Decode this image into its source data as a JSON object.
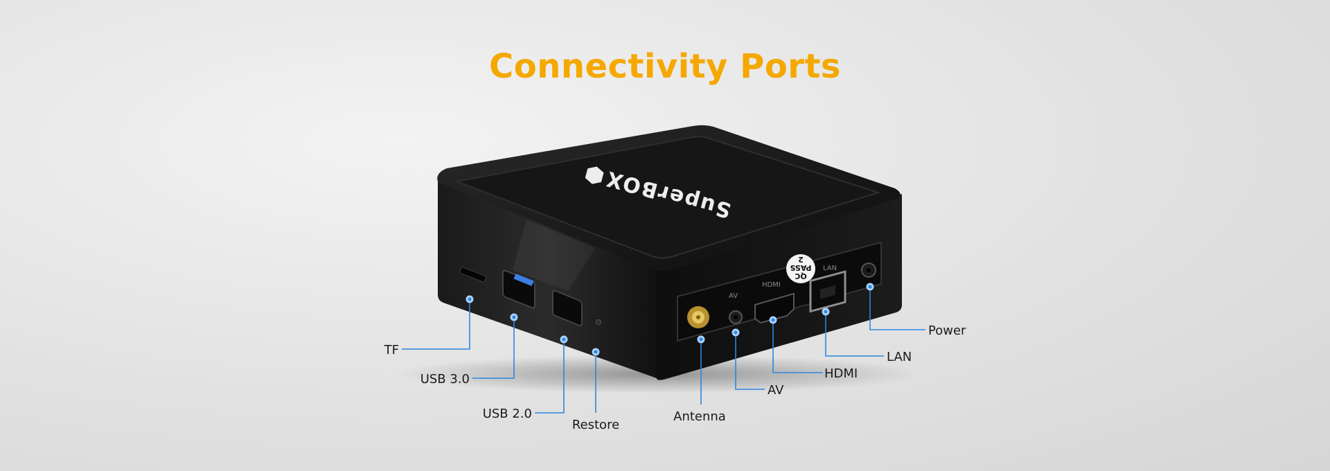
{
  "title": "Connectivity Ports",
  "brand": "SuperBOX",
  "badge": {
    "line1": "QC",
    "line2": "PASS",
    "line3": "2"
  },
  "port_marks": {
    "av": "AV",
    "hdmi": "HDMI",
    "lan": "LAN"
  },
  "callouts": {
    "tf": "TF",
    "usb3": "USB 3.0",
    "usb2": "USB 2.0",
    "restore": "Restore",
    "antenna": "Antenna",
    "av": "AV",
    "hdmi": "HDMI",
    "lan": "LAN",
    "power": "Power"
  },
  "colors": {
    "title": "#f5a800",
    "callout_line": "#2b86e0"
  }
}
